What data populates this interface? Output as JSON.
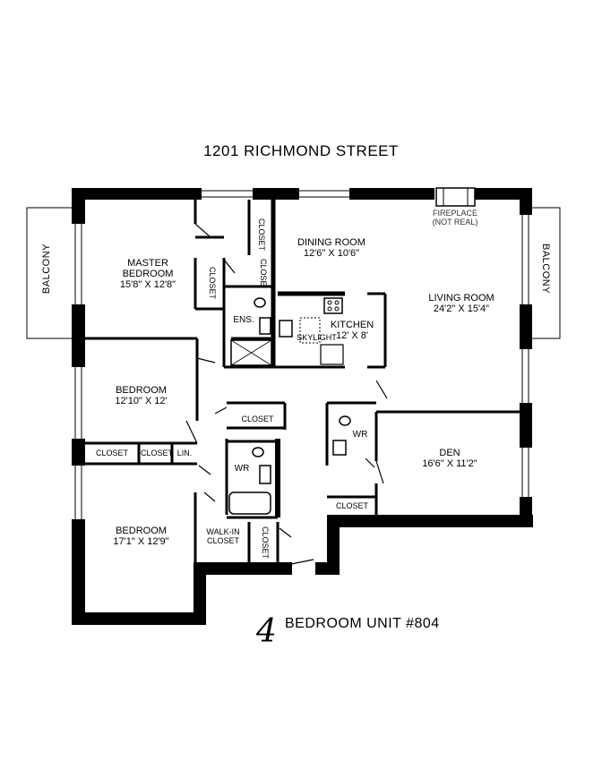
{
  "title": "1201 RICHMOND STREET",
  "footer": {
    "unit_number_handwritten": "4",
    "unit_label": "BEDROOM UNIT #804"
  },
  "rooms": {
    "master_bedroom": {
      "name_line1": "MASTER",
      "name_line2": "BEDROOM",
      "dims": "15'8\" X 12'8\""
    },
    "dining_room": {
      "name": "DINING ROOM",
      "dims": "12'6\" X 10'6\""
    },
    "living_room": {
      "name": "LIVING ROOM",
      "dims": "24'2\" X 15'4\""
    },
    "kitchen": {
      "name": "KITCHEN",
      "dims": "12' X 8'"
    },
    "bedroom_2": {
      "name": "BEDROOM",
      "dims": "12'10\" X 12'"
    },
    "bedroom_3": {
      "name": "BEDROOM",
      "dims": "17'1\" X 12'9\""
    },
    "den": {
      "name": "DEN",
      "dims": "16'6\" X 11'2\""
    }
  },
  "labels": {
    "fireplace_line1": "FIREPLACE",
    "fireplace_line2": "(NOT REAL)",
    "skylight": "SKYLIGHT",
    "ensuite": "ENS.",
    "wr": "WR",
    "closet": "CLOSET",
    "linen": "LIN.",
    "walk_in_line1": "WALK-IN",
    "walk_in_line2": "CLOSET",
    "balcony": "BALCONY",
    "closet_partial": "CLOSE"
  }
}
